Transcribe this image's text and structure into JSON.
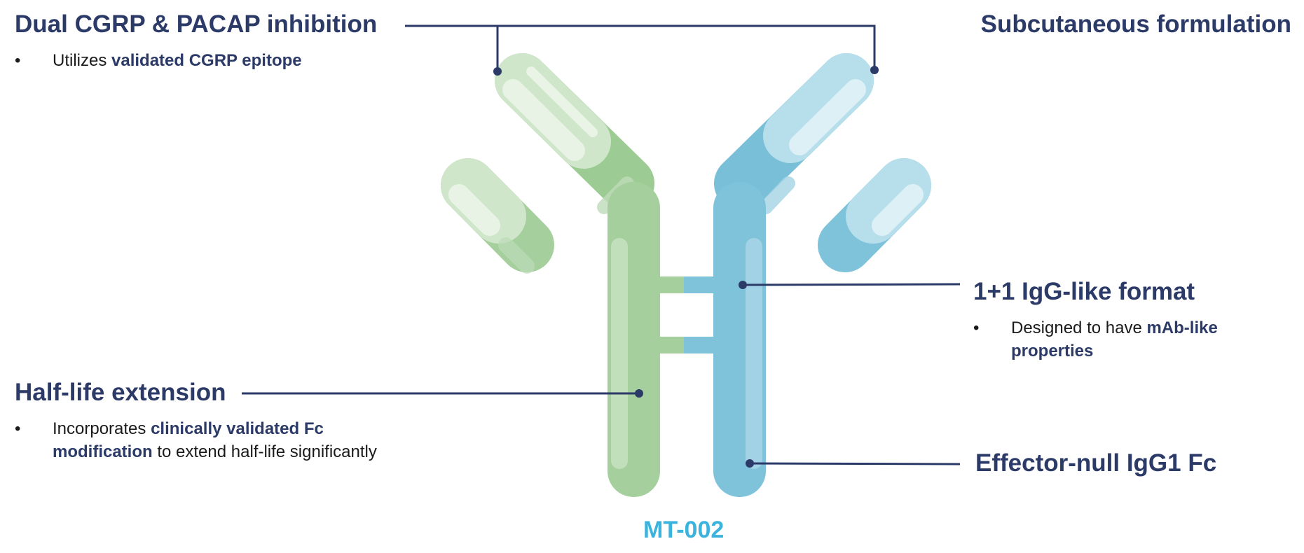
{
  "callouts": {
    "dual": {
      "heading": "Dual CGRP & PACAP inhibition",
      "bullet": {
        "pre": "Utilizes ",
        "bold": "validated CGRP epitope"
      }
    },
    "subq": {
      "heading": "Subcutaneous formulation"
    },
    "format": {
      "heading": "1+1 IgG-like format",
      "bullet": {
        "pre": "Designed to have ",
        "bold": "mAb-like",
        "bold2": "properties"
      }
    },
    "halflife": {
      "heading": "Half-life extension",
      "bullet": {
        "pre": "Incorporates ",
        "bold": "clinically validated Fc",
        "bold2": "modification",
        "post": " to extend half-life significantly"
      }
    },
    "effector": {
      "heading": "Effector-null IgG1 Fc"
    }
  },
  "bullet_symbol": "•",
  "caption": "MT-002",
  "colors": {
    "navy": "#2b3a67",
    "caption": "#3bb3dc",
    "green": "#a6cf9e",
    "green_dark": "#9ccb93",
    "green_light": "#cfe6ca",
    "green_pale": "#e8f3e5",
    "blue": "#7fc3db",
    "blue_dark": "#79bfd8",
    "blue_light": "#b7dfeb",
    "blue_pale": "#dcf0f6"
  }
}
